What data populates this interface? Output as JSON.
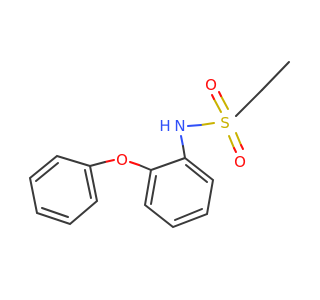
{
  "molecule": {
    "atoms": {
      "o1": {
        "symbol": "O",
        "color": "#ff0d0d"
      },
      "o2": {
        "symbol": "O",
        "color": "#ff0d0d"
      },
      "o3": {
        "symbol": "O",
        "color": "#ff0d0d"
      },
      "s": {
        "symbol": "S",
        "color": "#c9b200"
      },
      "nh": {
        "symbol": "H",
        "color": "#3050f8"
      },
      "n": {
        "symbol": "N",
        "color": "#3050f8"
      }
    },
    "bond_color": "#3a3a3a"
  }
}
